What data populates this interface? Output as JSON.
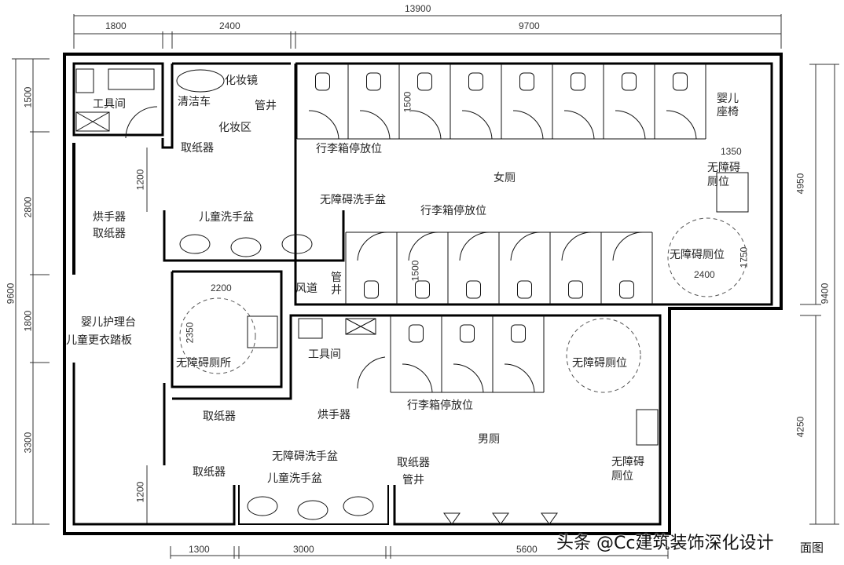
{
  "dimensions": {
    "top_total": "13900",
    "top": [
      "1800",
      "2400",
      "9700"
    ],
    "left": [
      "1500",
      "2800",
      "1800",
      "3300"
    ],
    "left_total": "9600",
    "right": [
      "4950",
      "4250"
    ],
    "right_total": "9400",
    "bottom": [
      "1300",
      "3000",
      "5600"
    ],
    "inner": {
      "gap_top": "1200",
      "gap_bottom": "1200",
      "stall_depth_top": "1500",
      "stall_depth_bottom": "1500",
      "acc_width_top": "1350",
      "acc_width_mid": "2400",
      "acc_depth_mid": "1750",
      "family_width": "2200",
      "family_depth": "2350"
    }
  },
  "labels": {
    "tool_room_1": "工具间",
    "cleaning_cart": "清洁车",
    "makeup_mirror": "化妆镜",
    "pipe_shaft_1": "管井",
    "makeup_area": "化妆区",
    "paper_dispenser_1": "取纸器",
    "luggage_1": "行李箱停放位",
    "womens": "女厕",
    "baby_seat": "婴儿座椅",
    "accessible_stall_1": "无障碍厕位",
    "hand_dryer_1": "烘手器",
    "paper_dispenser_2": "取纸器",
    "child_basin_1": "儿童洗手盆",
    "accessible_basin_1": "无障碍洗手盆",
    "luggage_2": "行李箱停放位",
    "accessible_stall_2": "无障碍厕位",
    "air_duct": "风道",
    "pipe_shaft_2": "管井",
    "baby_changing": "婴儿护理台",
    "child_step": "儿童更衣踏板",
    "accessible_toilet": "无障碍厕所",
    "tool_room_2": "工具间",
    "paper_dispenser_3": "取纸器",
    "hand_dryer_2": "烘手器",
    "luggage_3": "行李箱停放位",
    "mens": "男厕",
    "accessible_stall_3": "无障碍厕位",
    "accessible_stall_4": "无障碍厕位",
    "accessible_basin_2": "无障碍洗手盆",
    "child_basin_2": "儿童洗手盆",
    "paper_dispenser_4": "取纸器",
    "paper_dispenser_5": "取纸器",
    "pipe_shaft_3": "管井"
  },
  "watermark": "头条 @Cc建筑装饰深化设计",
  "sheet_title": "面图"
}
